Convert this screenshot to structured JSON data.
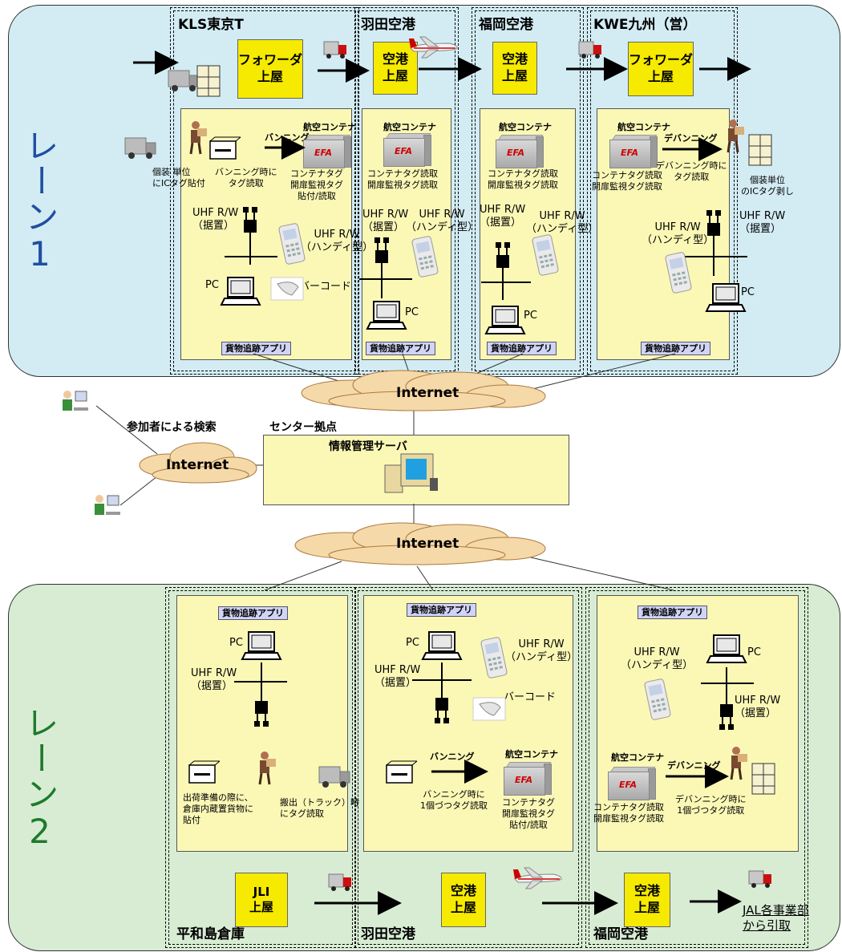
{
  "lane1": {
    "label": "レーン1",
    "sites": [
      {
        "title": "KLS東京T",
        "box": "フォワーダ\n上屋",
        "app": "貨物追跡アプリ"
      },
      {
        "title": "羽田空港",
        "box": "空港\n上屋",
        "app": "貨物追跡アプリ"
      },
      {
        "title": "福岡空港",
        "box": "空港\n上屋",
        "app": "貨物追跡アプリ"
      },
      {
        "title": "KWE九州（営）",
        "box": "フォワーダ\n上屋",
        "app": "貨物追跡アプリ"
      }
    ],
    "kls": {
      "pack_label": "個装 単位\nにICタグ貼付",
      "vanning_time": "バンニング時に\nタグ読取",
      "vanning": "バンニング",
      "container": "航空コンテナ",
      "container_tag": "コンテナタグ\n開扉監視タグ\n貼付/読取",
      "uhf_fixed": "UHF R/W\n（据置）",
      "uhf_handy": "UHF R/W\n（ハンディ型）",
      "pc": "PC",
      "barcode": "バーコード"
    },
    "haneda": {
      "container": "航空コンテナ",
      "tag_read": "コンテナタグ読取\n開扉監視タグ読取",
      "uhf_fixed": "UHF R/W\n（据置）",
      "uhf_handy": "UHF R/W\n（ハンディ型）",
      "pc": "PC"
    },
    "fukuoka": {
      "container": "航空コンテナ",
      "tag_read": "コンテナタグ読取\n開扉監視タグ読取",
      "uhf_fixed": "UHF R/W\n（据置）",
      "uhf_handy": "UHF R/W\n（ハンディ型）",
      "pc": "PC"
    },
    "kwe": {
      "container": "航空コンテナ",
      "tag_read": "コンテナタグ読取\n開扉監視タグ読取",
      "devanning": "デバンニング",
      "devanning_time": "デバンニング時に\nタグ読取",
      "pack_remove": "個装単位\nのICタグ剥し",
      "uhf_handy": "UHF R/W\n（ハンディ型）",
      "uhf_fixed": "UHF R/W\n（据置）",
      "pc": "PC"
    }
  },
  "center": {
    "internet_top": "Internet",
    "internet_left": "Internet",
    "internet_bottom": "Internet",
    "search_label": "参加者による検索",
    "hub_label": "センター拠点",
    "server_label": "情報管理サーバ"
  },
  "lane2": {
    "label": "レーン2",
    "sites": [
      {
        "title": "平和島倉庫",
        "box": "JLI\n上屋",
        "app": "貨物追跡アプリ"
      },
      {
        "title": "羽田空港",
        "box": "空港\n上屋",
        "app": "貨物追跡アプリ"
      },
      {
        "title": "福岡空港",
        "box": "空港\n上屋",
        "app": "貨物追跡アプリ"
      }
    ],
    "heiwajima": {
      "pc": "PC",
      "uhf_fixed": "UHF R/W\n（据置）",
      "ship_prep": "出荷準備の際に、\n倉庫内蔵置貨物に\n貼付",
      "truck_out": "搬出（トラック）時\nにタグ読取"
    },
    "haneda": {
      "pc": "PC",
      "uhf_handy": "UHF R/W\n（ハンディ型）",
      "uhf_fixed": "UHF R/W\n（据置）",
      "barcode": "バーコード",
      "vanning": "バンニング",
      "container": "航空コンテナ",
      "vanning_time": "バンニング時に\n1個づつタグ読取",
      "container_tag": "コンテナタグ\n開扉監視タグ\n貼付/読取"
    },
    "fukuoka": {
      "uhf_handy": "UHF R/W\n（ハンディ型）",
      "pc": "PC",
      "uhf_fixed": "UHF R/W\n（据置）",
      "container": "航空コンテナ",
      "devanning": "デバンニング",
      "tag_read": "コンテナタグ読取\n開扉監視タグ読取",
      "devanning_time": "デバンニング時に\n1個づつタグ読取"
    },
    "pickup": "JAL各事業部\nから引取"
  },
  "efa": "EFA",
  "colors": {
    "lane1_bg": "#d3ecf4",
    "lane2_bg": "#d8ecd4",
    "panel": "#fbf8b6",
    "yellow_box": "#f5ea00",
    "app_button": "#d0d4f6",
    "lane1_text": "#1f4fa0",
    "lane2_text": "#1e7a2a",
    "cloud": "#f6d9a8"
  }
}
